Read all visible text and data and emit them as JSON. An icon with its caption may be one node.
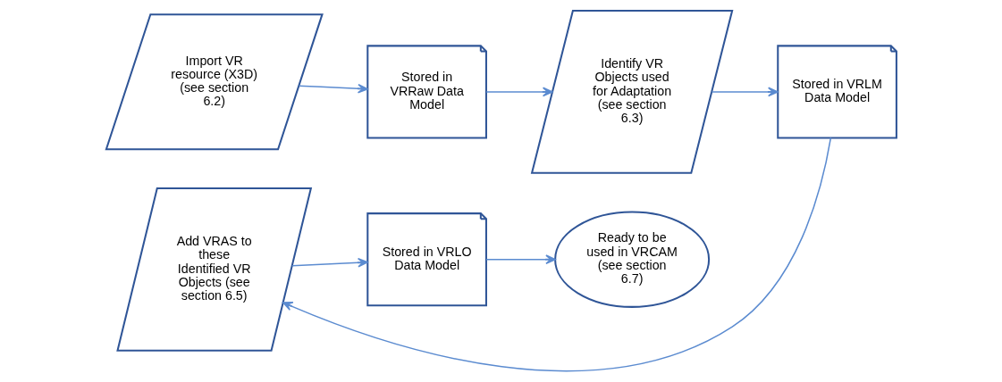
{
  "diagram": {
    "nodes": [
      {
        "text": [
          "Import VR resource (X3D) (see section 6.2)"
        ]
      },
      {
        "text": [
          "Stored in VRRaw Data Model"
        ]
      },
      {
        "text": [
          "Identify VR Objects used for Adaptation (see section 6.3)"
        ]
      },
      {
        "text": [
          "Stored in VRLM Data Model"
        ]
      },
      {
        "text": [
          "Add VRAS to these Identified VR Objects (see section 6.5)"
        ]
      },
      {
        "text": [
          "Stored in VRLO Data Model"
        ]
      },
      {
        "text": [
          "Ready to be used in VRCAM (see section 6.7)"
        ]
      }
    ],
    "edges": [
      {
        "from": 0,
        "to": 1,
        "arrow": "to"
      },
      {
        "from": 1,
        "to": 2,
        "arrow": "to"
      },
      {
        "from": 2,
        "to": 3,
        "arrow": "to"
      },
      {
        "from": 3,
        "to": 4,
        "arrow": "to"
      },
      {
        "from": 4,
        "to": 5,
        "arrow": "to"
      },
      {
        "from": 5,
        "to": 6,
        "arrow": "to"
      }
    ]
  }
}
